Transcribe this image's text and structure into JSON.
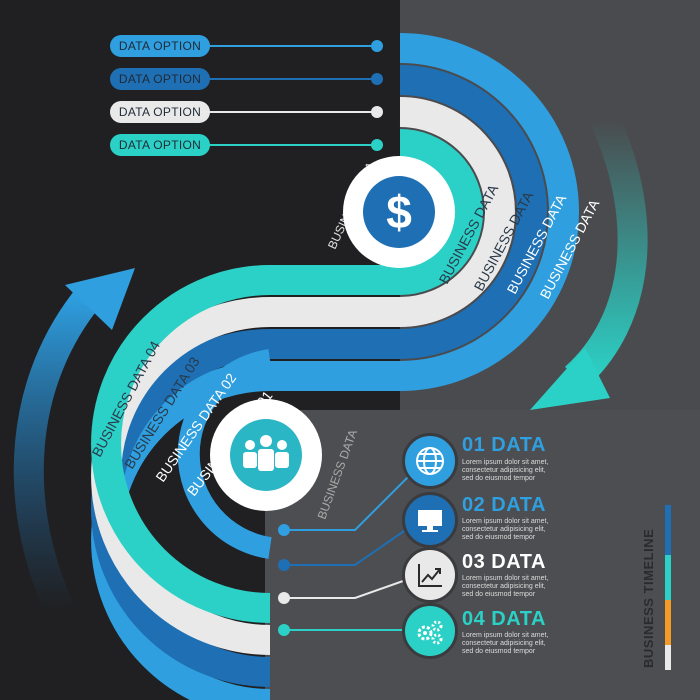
{
  "colors": {
    "dark_blue": "#1e6fb4",
    "blue": "#2f9fe0",
    "light_gray": "#e9e9e9",
    "teal": "#2bd1c6",
    "orange": "#f29b25"
  },
  "options": [
    {
      "label": "DATA OPTION",
      "color": "#2f9fe0"
    },
    {
      "label": "DATA OPTION",
      "color": "#1e6fb4"
    },
    {
      "label": "DATA OPTION",
      "color": "#e9e9e9"
    },
    {
      "label": "DATA OPTION",
      "color": "#2bd1c6"
    }
  ],
  "ribbon_labels": {
    "upper": [
      "BUSINESS DATA",
      "BUSINESS DATA",
      "BUSINESS DATA",
      "BUSINESS DATA"
    ],
    "lower": [
      "BUSINESS DATA 04",
      "BUSINESS DATA 03",
      "BUSINESS DATA 02",
      "BUSINESS DATA 01"
    ]
  },
  "circle_upper_label": "BUSINESS DATA",
  "circle_lower_label": "BUSINESS DATA",
  "circle_upper_icon": "dollar-icon",
  "circle_lower_icon": "people-group-icon",
  "items": [
    {
      "title": "01 DATA",
      "color": "#2f9fe0",
      "icon": "globe-icon",
      "desc": [
        "Lorem ipsum dolor sit amet,",
        "consectetur adipisicing elit,",
        "sed do eiusmod tempor"
      ]
    },
    {
      "title": "02 DATA",
      "color": "#1e6fb4",
      "icon": "monitor-icon",
      "desc": [
        "Lorem ipsum dolor sit amet,",
        "consectetur adipisicing elit,",
        "sed do eiusmod tempor"
      ]
    },
    {
      "title": "03 DATA",
      "color": "#e9e9e9",
      "icon": "trend-chart-icon",
      "desc": [
        "Lorem ipsum dolor sit amet,",
        "consectetur adipisicing elit,",
        "sed do eiusmod tempor"
      ]
    },
    {
      "title": "04 DATA",
      "color": "#2bd1c6",
      "icon": "gears-icon",
      "desc": [
        "Lorem ipsum dolor sit amet,",
        "consectetur adipisicing elit,",
        "sed do eiusmod tempor"
      ]
    }
  ],
  "side_title": "BUSINESS TIMELINE",
  "side_bar_colors": [
    "#1e6fb4",
    "#2bd1c6",
    "#f29b25",
    "#e9e9e9"
  ]
}
